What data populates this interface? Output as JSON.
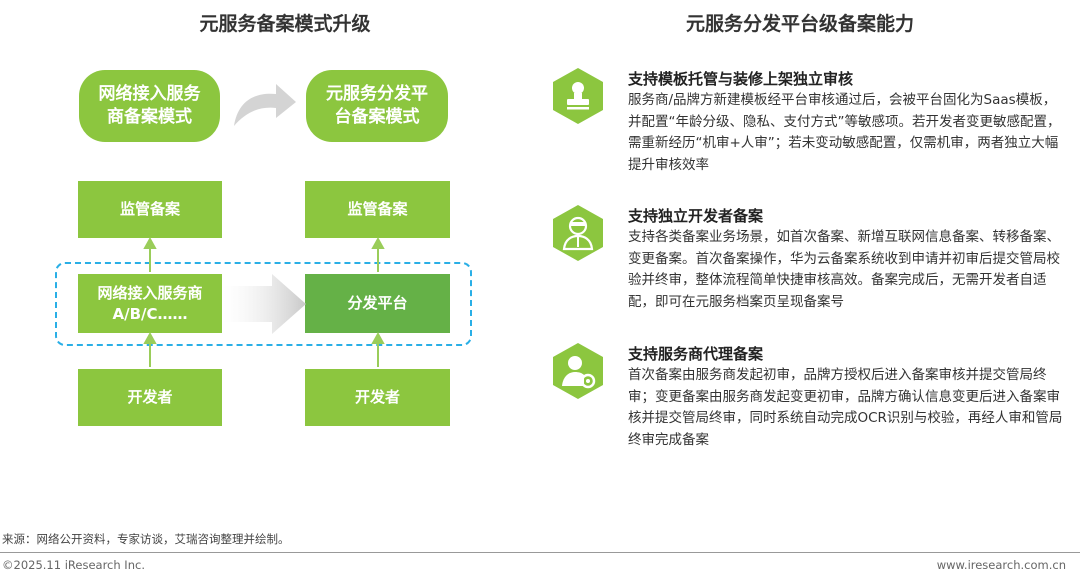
{
  "left": {
    "heading": "元服务备案模式升级",
    "top_left": "网络接入服务\n商备案模式",
    "top_right": "元服务分发平\n台备案模式",
    "col_left": {
      "top": "监管备案",
      "middle": "网络接入服务商\nA/B/C……",
      "bottom": "开发者"
    },
    "col_right": {
      "top": "监管备案",
      "middle": "分发平台",
      "bottom": "开发者"
    }
  },
  "right": {
    "heading": "元服务分发平台级备案能力",
    "features": [
      {
        "icon": "user-stamp-icon",
        "title": "支持模板托管与装修上架独立审核",
        "desc": "服务商/品牌方新建模板经平台审核通过后，会被平台固化为Saas模板，并配置“年龄分级、隐私、支付方式”等敏感项。若开发者变更敏感配置，需重新经历“机审+人审”；若未变动敏感配置，仅需机审，两者独立大幅提升审核效率"
      },
      {
        "icon": "developer-icon",
        "title": "支持独立开发者备案",
        "desc": "支持各类备案业务场景，如首次备案、新增互联网信息备案、转移备案、变更备案。首次备案操作，华为云备案系统收到申请并初审后提交管局校验并终审，整体流程简单快捷审核高效。备案完成后，无需开发者自适配，即可在元服务档案页呈现备案号"
      },
      {
        "icon": "user-gear-icon",
        "title": "支持服务商代理备案",
        "desc": "首次备案由服务商发起初审，品牌方授权后进入备案审核并提交管局终审；变更备案由服务商发起变更初审，品牌方确认信息变更后进入备案审核并提交管局终审，同时系统自动完成OCR识别与校验，再经人审和管局终审完成备案"
      }
    ]
  },
  "source": "来源：网络公开资料，专家访谈，艾瑞咨询整理并绘制。",
  "footer": {
    "copyright": "©2025.11 iResearch Inc.",
    "website": "www.iresearch.com.cn"
  },
  "colors": {
    "green": "#8cc63f",
    "green_dark": "#65b147",
    "dash_blue": "#2aafe6",
    "arrow_green": "#9acd5a",
    "arrow_gray": "#d4d4d4"
  }
}
